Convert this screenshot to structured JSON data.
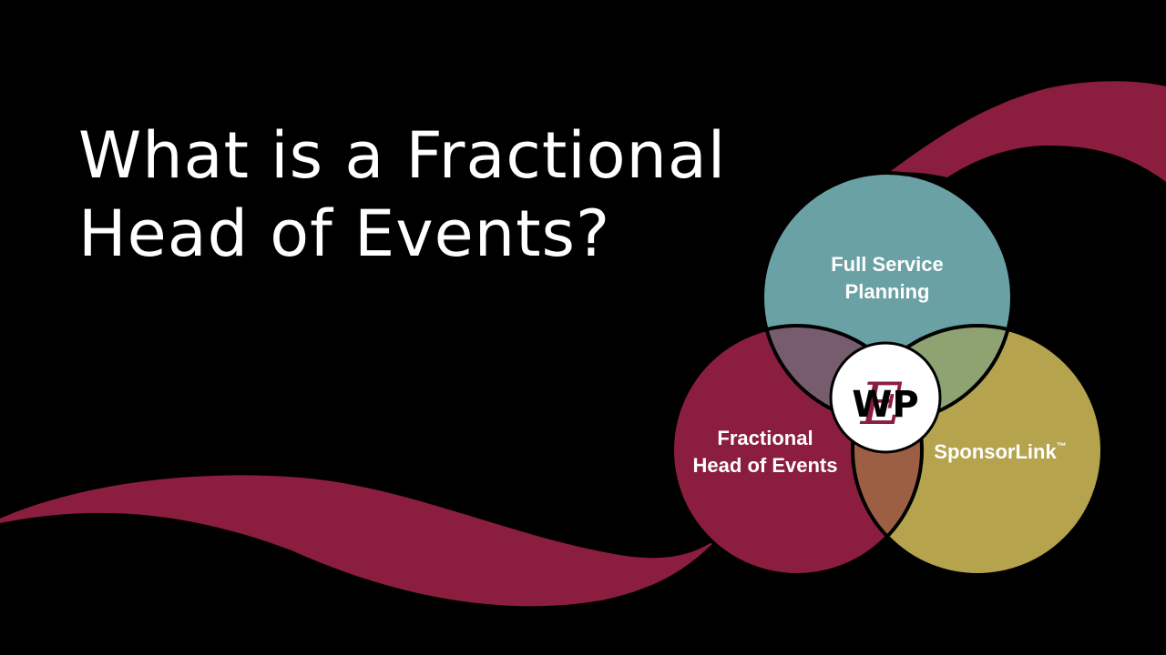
{
  "slide": {
    "title_line1": "What is a Fractional",
    "title_line2": "Head of Events?"
  },
  "diagram": {
    "type": "venn",
    "circles": [
      {
        "id": "full-service",
        "line1": "Full Service",
        "line2": "Planning",
        "color": "#6aa1a4"
      },
      {
        "id": "fractional",
        "line1": "Fractional",
        "line2": "Head of Events",
        "color": "#8b1e3f"
      },
      {
        "id": "sponsorlink",
        "line1": "SponsorLink",
        "mark": "™",
        "color": "#b5a34d"
      }
    ],
    "logo": {
      "script": "E",
      "text": "WP"
    }
  },
  "colors": {
    "background": "#000000",
    "ribbon": "#8b1e3f",
    "title": "#ffffff",
    "overlap_teal_maroon": "#775c6d",
    "overlap_teal_gold": "#8fa272",
    "overlap_maroon_gold": "#9d5f44"
  }
}
